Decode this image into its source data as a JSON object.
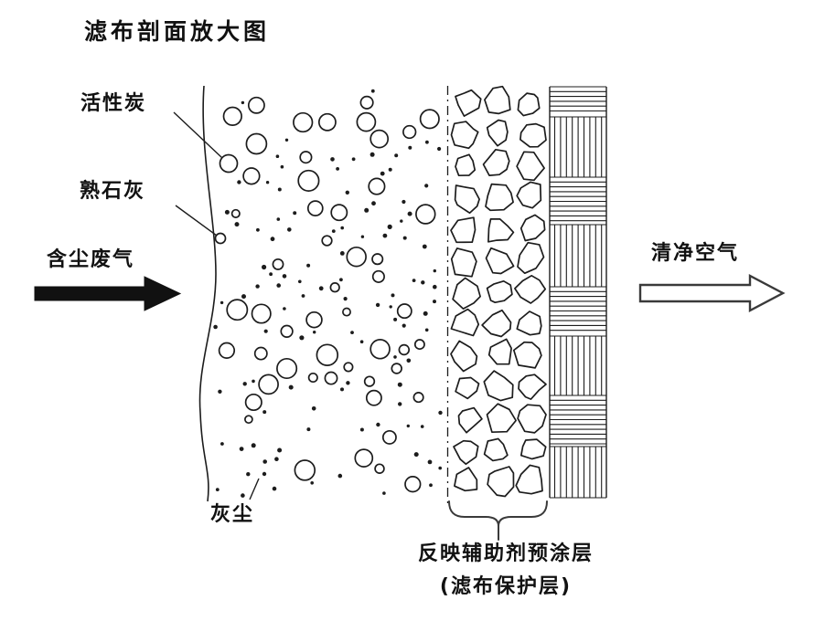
{
  "title": "滤布剖面放大图",
  "labels": {
    "activated_carbon": "活性炭",
    "slaked_lime": "熟石灰",
    "inlet_flow": "含尘废气",
    "outlet_flow": "清净空气",
    "dust": "灰尘",
    "precoat_layer": "反映辅助剂预涂层",
    "precoat_layer_sub": "(滤布保护层)"
  },
  "icons": {
    "inlet_arrow": "right-arrow-solid",
    "outlet_arrow": "right-arrow-outline"
  },
  "colors": {
    "ink": "#1c1c1c",
    "line": "#3a3a3a",
    "arrow_fill": "#111111",
    "background": "#ffffff"
  }
}
